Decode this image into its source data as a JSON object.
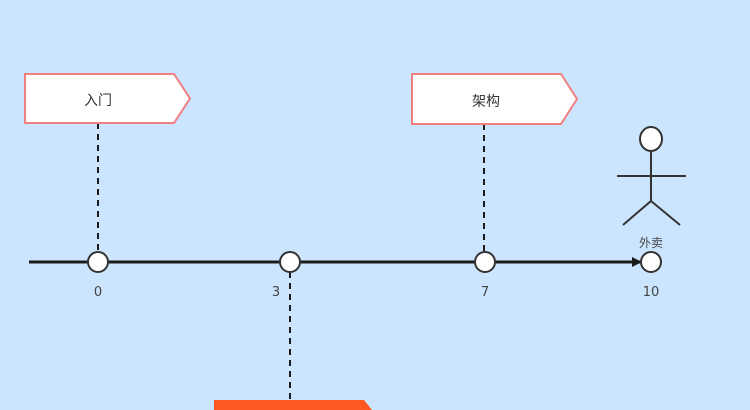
{
  "timeline": {
    "ticks": [
      "0",
      "3",
      "7",
      "10"
    ],
    "flags": [
      {
        "label": "入门"
      },
      {
        "label": "架构"
      }
    ],
    "actor": {
      "label": "外卖"
    }
  },
  "colors": {
    "background": "#cce5ff",
    "flag_border": "#f08080",
    "flag_fill": "#ffffff",
    "accent_flag": "#ff5722",
    "line": "#1a1a1a"
  }
}
